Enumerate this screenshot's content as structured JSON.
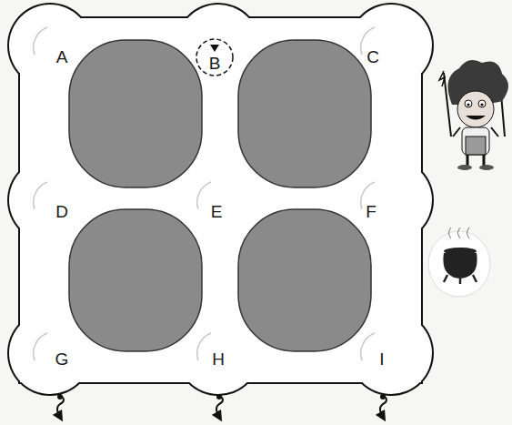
{
  "diagram": {
    "nodes": [
      {
        "text": [
          "B"
        ]
      }
    ],
    "labels": [
      "A",
      "C",
      "D",
      "E",
      "F",
      "G",
      "H",
      "I"
    ]
  }
}
